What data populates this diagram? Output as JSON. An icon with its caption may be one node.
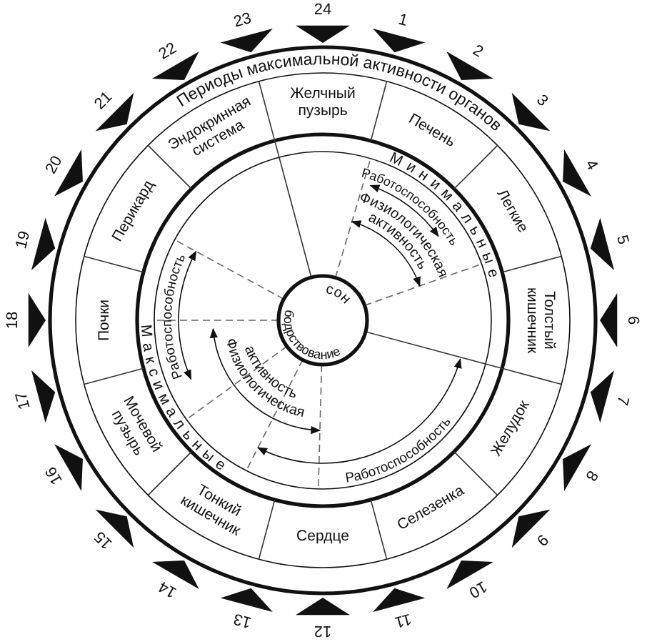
{
  "diagram": {
    "title": "Периоды максимальной активности органов",
    "labels": [
      "24",
      "1",
      "2",
      "3",
      "4",
      "5",
      "6",
      "7",
      "8",
      "9",
      "10",
      "11",
      "12",
      "13",
      "14",
      "15",
      "16",
      "17",
      "18",
      "19",
      "20",
      "21",
      "22",
      "23",
      "Желчный пузырь",
      "Печень",
      "Легкие",
      "Толстый кишечник",
      "Желудок",
      "Селезенка",
      "Сердце",
      "Тонкий кишечник",
      "Мочевой пузырь",
      "Почки",
      "Перикард",
      "Эндокринная система",
      "Минимальные",
      "Работоспособность",
      "Физиологическая активность",
      "Максимальные",
      "Физиологическая активность",
      "Работоспособность",
      "Работоспособность",
      "сон",
      "бодрствование"
    ]
  }
}
